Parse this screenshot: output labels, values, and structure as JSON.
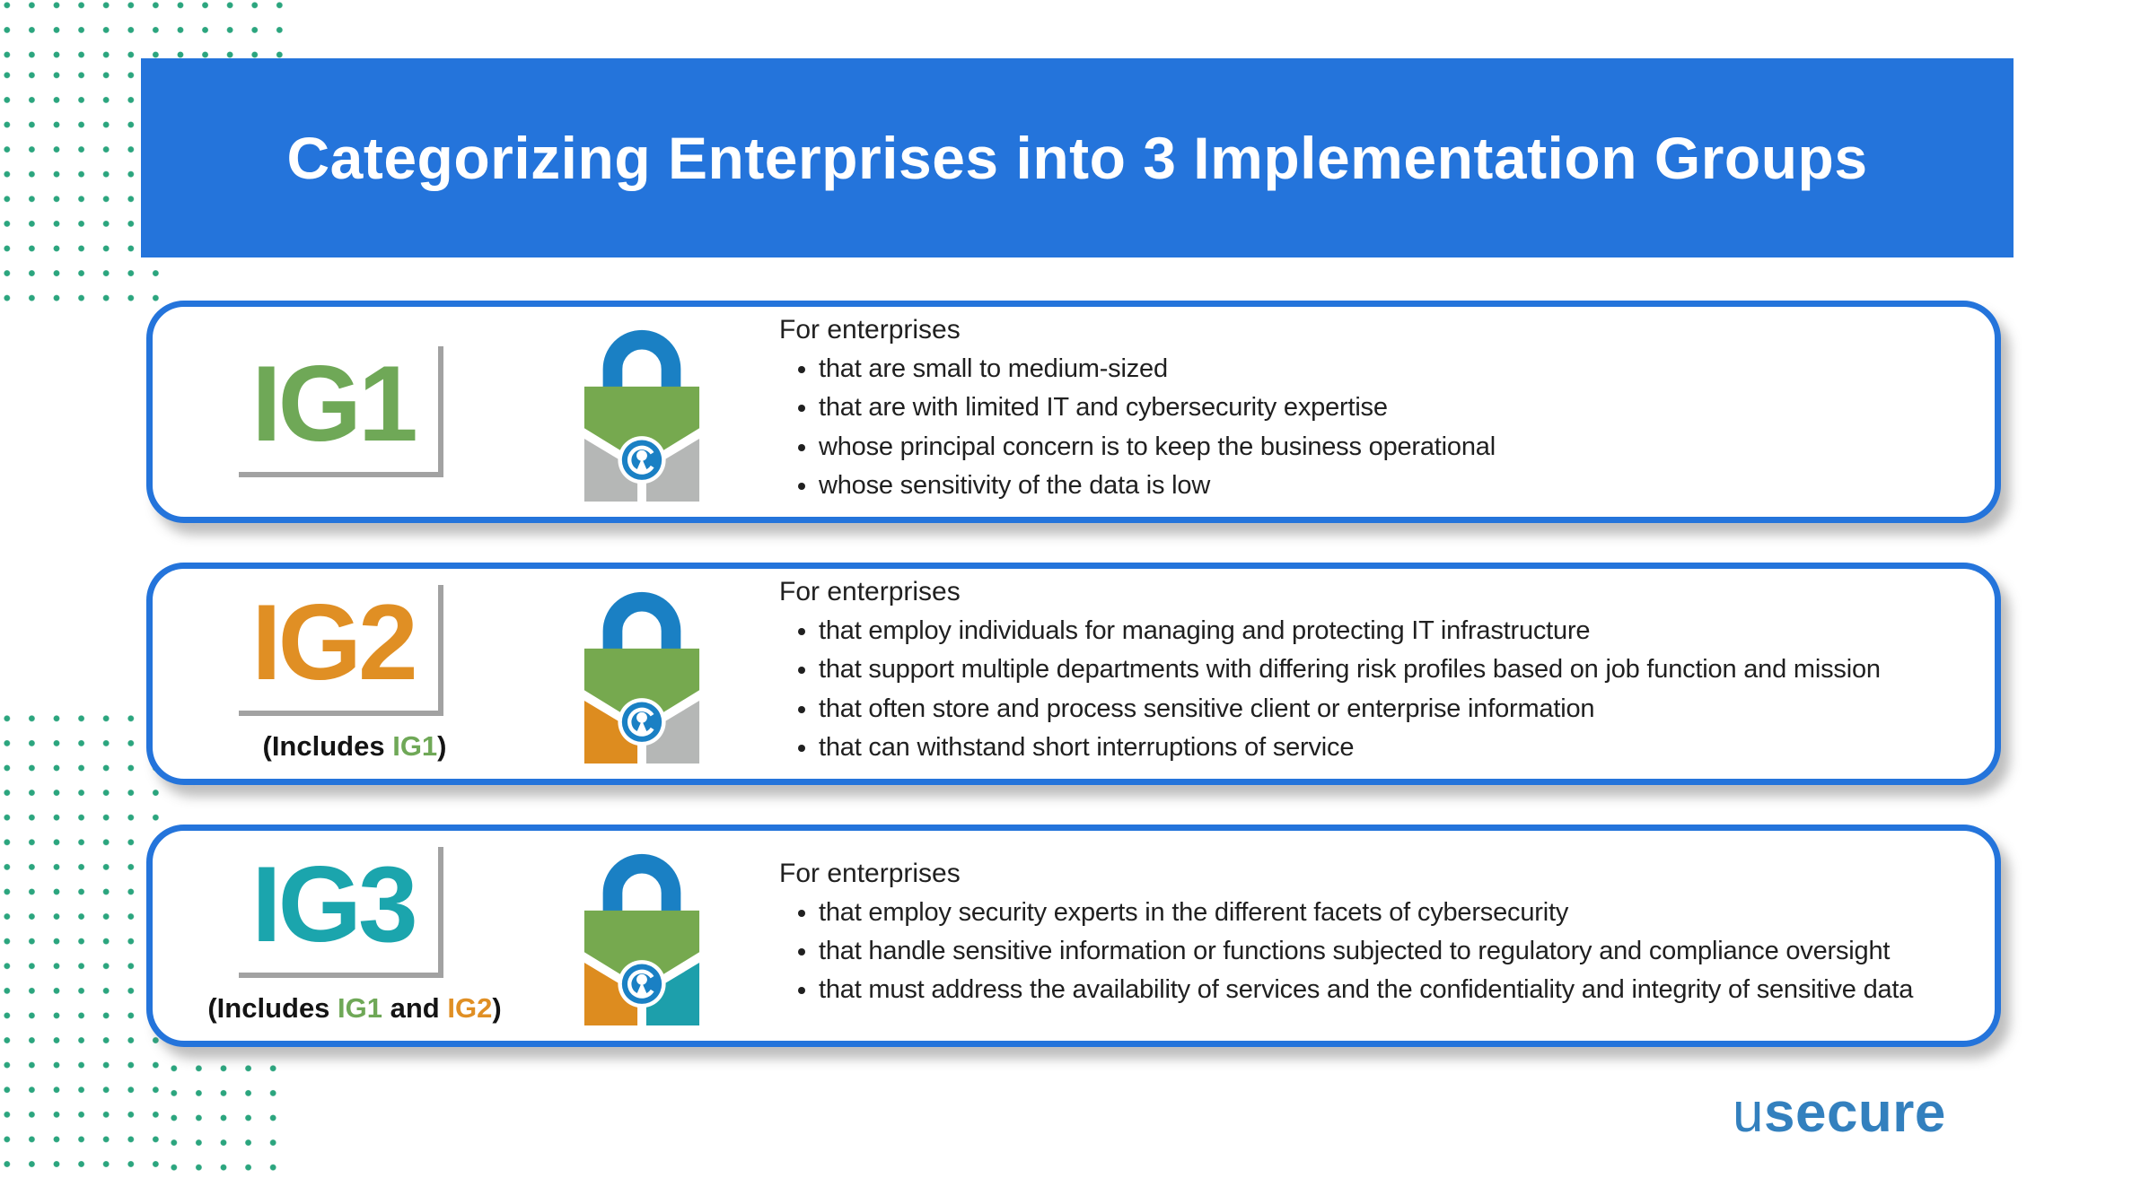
{
  "header": {
    "title": "Categorizing Enterprises into 3 Implementation Groups"
  },
  "cards": [
    {
      "wordmark": "IG1",
      "intro": "For enterprises",
      "bullets": [
        "that are small to medium-sized",
        "that are with limited IT and cybersecurity expertise",
        "whose principal concern is to keep the business operational",
        "whose sensitivity of the data is low"
      ],
      "lock": {
        "shackle": "#1A80C4",
        "top": "#76A94F",
        "bottom_left": "#B5B7B6",
        "bottom_right": "#B5B7B6",
        "badge": "#1A80C4"
      }
    },
    {
      "wordmark": "IG2",
      "caption": [
        "(Includes ",
        "IG1",
        ")"
      ],
      "intro": "For enterprises",
      "bullets": [
        "that employ individuals for managing and protecting IT infrastructure",
        "that support multiple departments with differing risk profiles based on job function and mission",
        "that often store and process sensitive client or enterprise information",
        "that can withstand short interruptions of service"
      ],
      "lock": {
        "shackle": "#1A80C4",
        "top": "#76A94F",
        "bottom_left": "#DD8C1F",
        "bottom_right": "#B5B7B6",
        "badge": "#1A80C4"
      }
    },
    {
      "wordmark": "IG3",
      "caption": [
        "(Includes ",
        "IG1",
        " and ",
        "IG2",
        ")"
      ],
      "intro": "For enterprises",
      "bullets": [
        "that employ security experts in the different facets of cybersecurity",
        "that handle sensitive information or functions subjected to regulatory and compliance oversight",
        "that must address the availability of services and the confidentiality and integrity of sensitive data"
      ],
      "lock": {
        "shackle": "#1A80C4",
        "top": "#76A94F",
        "bottom_left": "#DD8C1F",
        "bottom_right": "#1D9FAB",
        "badge": "#1A80C4"
      }
    }
  ],
  "footer": {
    "logo_prefix": "u",
    "logo_rest": "secure"
  },
  "colors": {
    "banner_blue": "#2474DB",
    "card_border_blue": "#2474DB",
    "ig1_green": "#6FA857",
    "ig2_orange": "#E08F24",
    "ig3_teal": "#1BA5AD",
    "lock_blue": "#1A80C4",
    "lock_gray": "#B5B7B6",
    "dot_green": "#2BA57E",
    "logo_blue": "#3380BE",
    "shadow_gray": "#A2A2A2"
  }
}
